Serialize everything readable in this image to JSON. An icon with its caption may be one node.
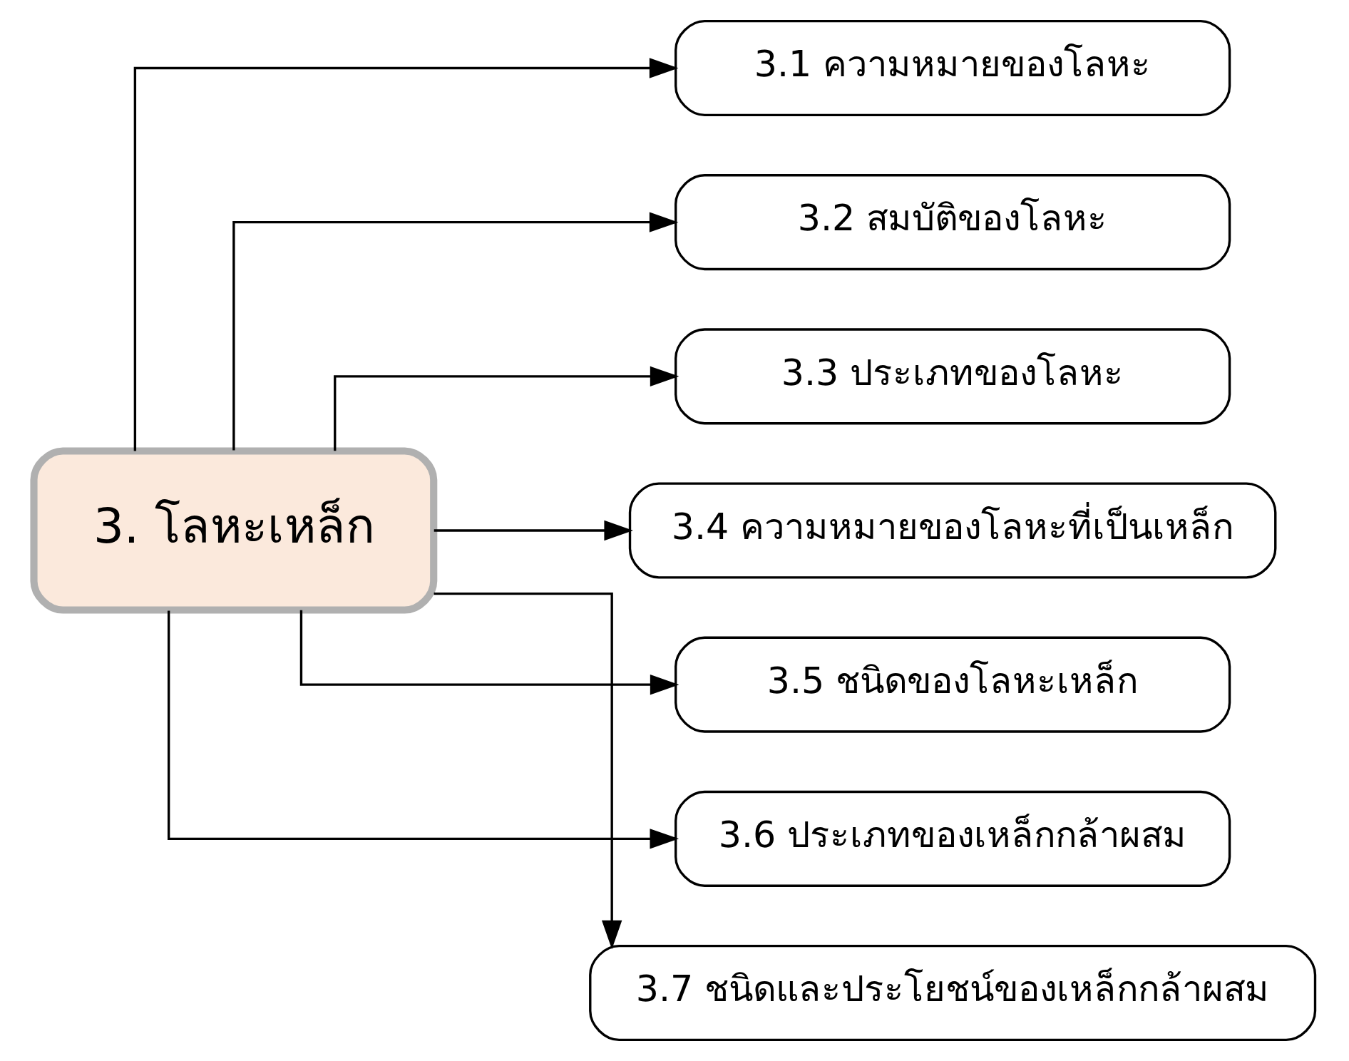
{
  "diagram": {
    "nodes": [
      {
        "text": [
          "3. โลหะเหล็ก"
        ]
      },
      {
        "text": [
          "3.1 ความหมายของโลหะ"
        ]
      },
      {
        "text": [
          "3.2 สมบัติของโลหะ"
        ]
      },
      {
        "text": [
          "3.3 ประเภทของโลหะ"
        ]
      },
      {
        "text": [
          "3.4 ความหมายของโลหะที่เป็นเหล็ก"
        ]
      },
      {
        "text": [
          "3.5 ชนิดของโลหะเหล็ก"
        ]
      },
      {
        "text": [
          "3.6 ประเภทของเหล็กกล้าผสม"
        ]
      },
      {
        "text": [
          "3.7 ชนิดและประโยชน์ของเหล็กกล้าผสม"
        ]
      }
    ],
    "edges": [
      {
        "from": 0,
        "to": 1,
        "arrow": "to"
      },
      {
        "from": 0,
        "to": 2,
        "arrow": "to"
      },
      {
        "from": 0,
        "to": 3,
        "arrow": "to"
      },
      {
        "from": 0,
        "to": 4,
        "arrow": "to"
      },
      {
        "from": 0,
        "to": 5,
        "arrow": "to"
      },
      {
        "from": 0,
        "to": 6,
        "arrow": "to"
      },
      {
        "from": 0,
        "to": 7,
        "arrow": "to"
      }
    ]
  }
}
